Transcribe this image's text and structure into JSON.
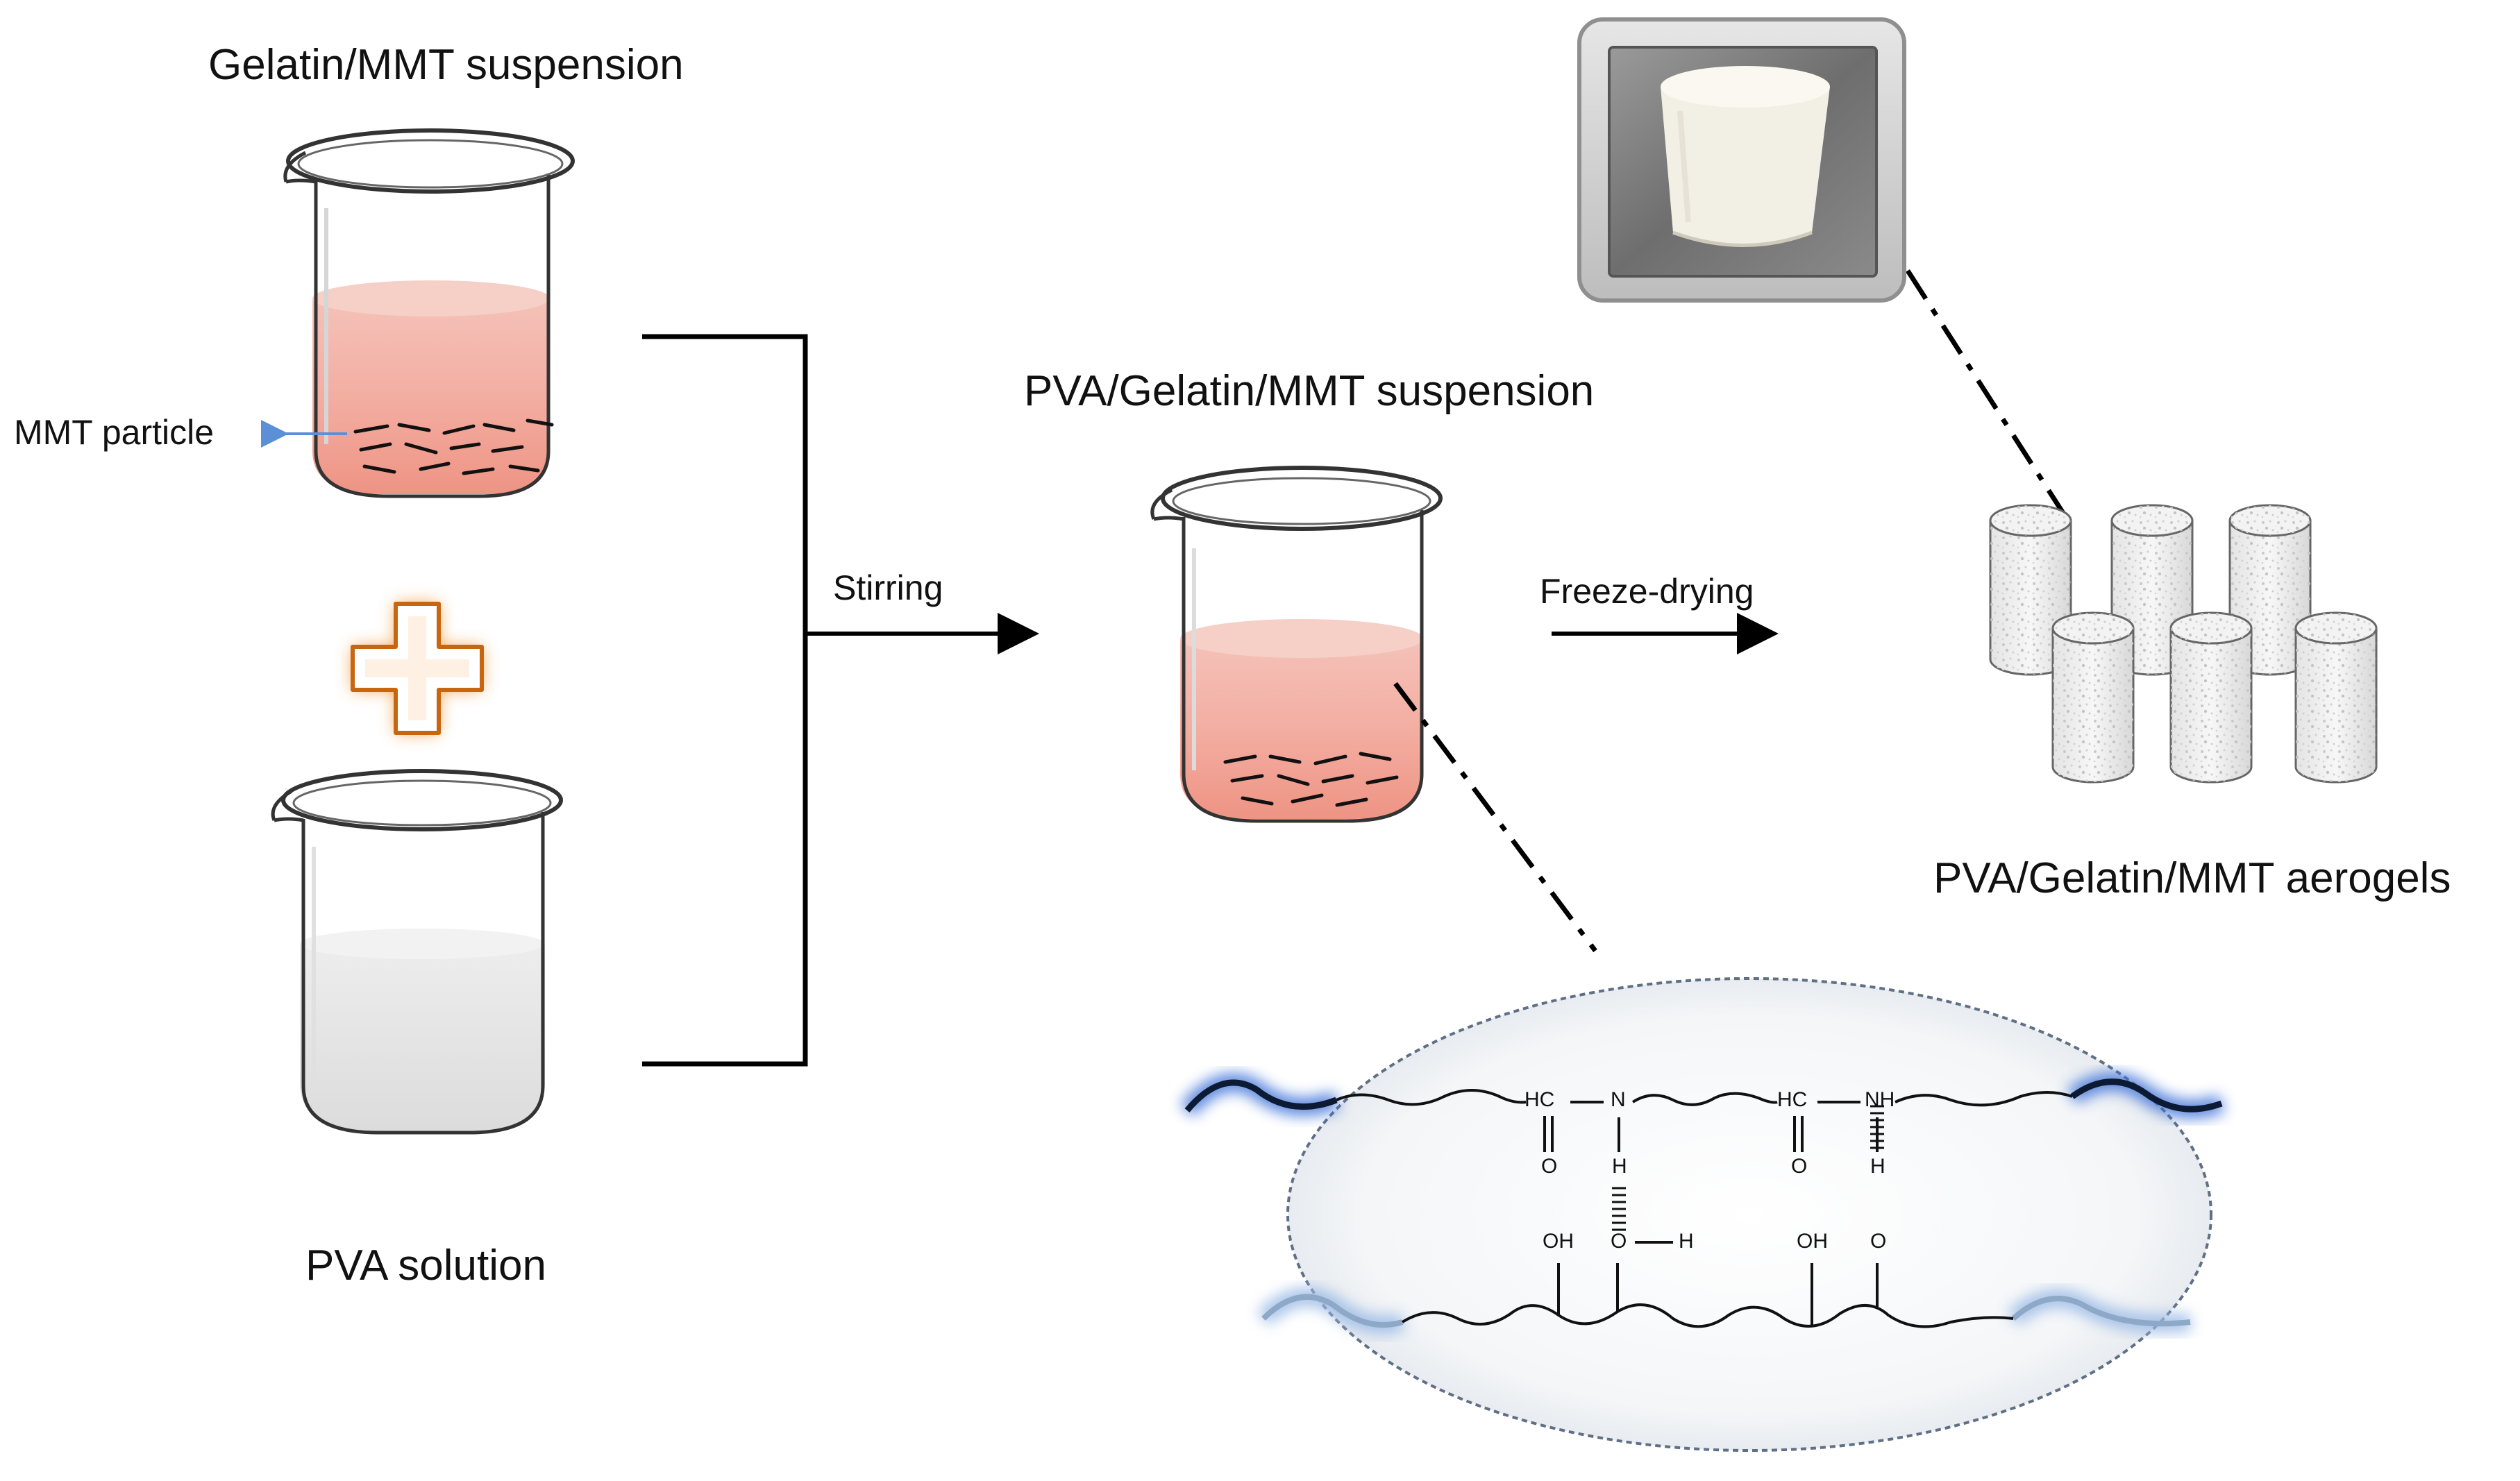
{
  "labels": {
    "gelatin_suspension": "Gelatin/MMT suspension",
    "mmt_particle": "MMT particle",
    "pva_solution": "PVA solution",
    "stirring": "Stirring",
    "mixed_suspension": "PVA/Gelatin/MMT suspension",
    "freeze_drying": "Freeze-drying",
    "aerogels": "PVA/Gelatin/MMT aerogels"
  },
  "chemistry": {
    "amide_carbon_1": "HC",
    "amide_nitrogen_1": "N",
    "amide_carbon_2": "HC",
    "amide_nitrogen_2": "NH",
    "carbonyl_oxygen_1": "O",
    "carbonyl_oxygen_2": "O",
    "bridge_hydrogen_1": "H",
    "bridge_hydrogen_2": "H",
    "pva_hydroxyl_1": "OH",
    "pva_oxygen_2": "O",
    "pva_hydrogen_2": "H",
    "pva_hydroxyl_3": "OH",
    "pva_oxygen_4": "O"
  },
  "colors": {
    "gelatin_liquid": "#f2a79a",
    "pva_liquid": "#e4e4e4",
    "plus_glow": "#f39a3c",
    "gelatin_chain_glow": "#3a6fd8",
    "pva_chain_glow": "#9bbbe6",
    "ellipse_fill": "#dfe4ea"
  },
  "icons": {
    "plus": "plus-icon",
    "beaker": "beaker-icon",
    "aerogel": "aerogel-cylinder-icon",
    "photo": "aerogel-photo"
  }
}
